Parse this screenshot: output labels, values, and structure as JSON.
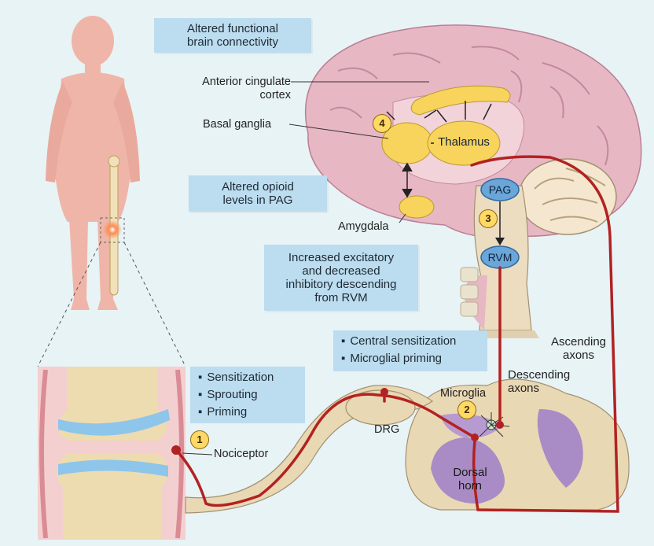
{
  "boxes": {
    "connectivity": [
      "Altered functional",
      "brain connectivity"
    ],
    "opioid": [
      "Altered opioid",
      "levels in PAG"
    ],
    "descending": [
      "Increased excitatory",
      "and decreased",
      "inhibitory descending",
      "from RVM"
    ]
  },
  "bullets": {
    "central": [
      "Central sensitization",
      "Microglial priming"
    ],
    "peripheral": [
      "Sensitization",
      "Sprouting",
      "Priming"
    ]
  },
  "labels": {
    "acc": [
      "Anterior cingulate",
      "cortex"
    ],
    "basal_ganglia": "Basal ganglia",
    "amygdala": "Amygdala",
    "thalamus": "Thalamus",
    "pag": "PAG",
    "rvm": "RVM",
    "ascending": [
      "Ascending",
      "axons"
    ],
    "descending_axons": [
      "Descending",
      "axons"
    ],
    "microglia": "Microglia",
    "drg": "DRG",
    "nociceptor": "Nociceptor",
    "dorsal_horn": [
      "Dorsal",
      "horn"
    ]
  },
  "numbers": [
    "1",
    "2",
    "3",
    "4"
  ],
  "colors": {
    "background": "#e8f3f6",
    "box": "#bcdcef",
    "brain": "#e8b7c4",
    "yellow": "#f8d45c",
    "blue_node": "#7fb3dc",
    "nerve": "#b22222",
    "spinal": "#e9d8b4",
    "dorsal_horn": "#a98cc5"
  }
}
